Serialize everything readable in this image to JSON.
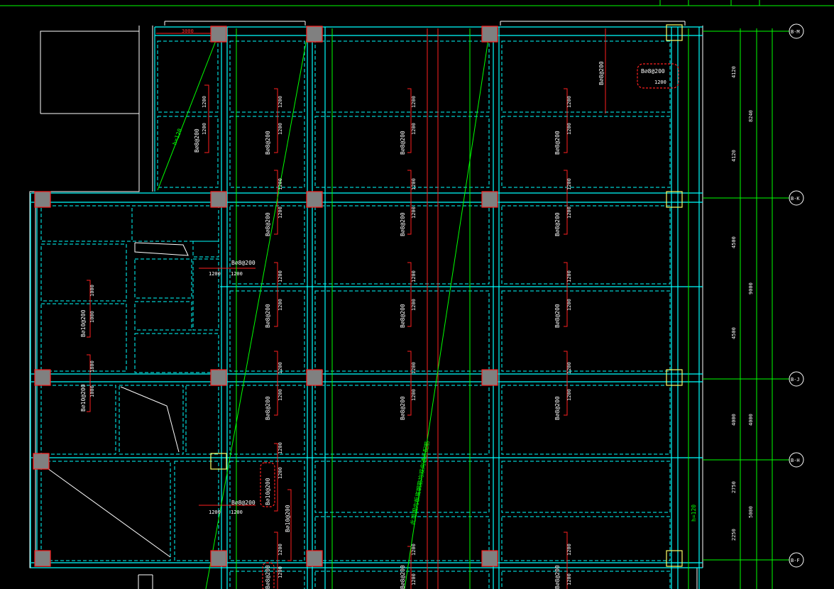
{
  "drawing": {
    "title_cells": [
      "",
      "",
      ""
    ],
    "axis_labels": [
      "B-M",
      "B-K",
      "B-J",
      "B-H",
      "B-F"
    ],
    "total_dims": [
      "8240",
      "9000",
      "5000"
    ],
    "seg_dims": [
      "4120",
      "4120",
      "4500",
      "4500",
      "4000",
      "4000",
      "2750",
      "2250"
    ],
    "slope_label": "h=120",
    "top_left_dim": "3000",
    "note_green": "此范围内板底钢筋均双向通长配筋",
    "callouts": [
      {
        "rebar": "B⌀8@200",
        "len": "1200"
      },
      {
        "rebar": "B⌀8@200",
        "len": "1200"
      },
      {
        "rebar": "B⌀10@200",
        "len": "1000"
      },
      {
        "rebar": "B⌀10@200",
        "len": "1200"
      }
    ],
    "rebar_labels": [
      "B⌀8@200",
      "B⌀8@200",
      "B⌀8@200",
      "B⌀8@200",
      "B⌀8@200",
      "B⌀8@200",
      "B⌀8@200",
      "B⌀8@200",
      "B⌀10@200",
      "B⌀10@200",
      "B⌀8@200",
      "B⌀8@200",
      "B⌀8@200",
      "B⌀8@200",
      "B⌀8@200",
      "B⌀10@200",
      "B⌀10@200",
      "B⌀8@200",
      "B⌀8@200",
      "B⌀8@200",
      "B⌀8@200"
    ],
    "len_labels": [
      "1200",
      "1000",
      "1800"
    ],
    "colors": {
      "background": "#000000",
      "beam": "#00ffff",
      "axis": "#00ff00",
      "column": "#808080",
      "column_edge": "#ff2020",
      "rebar": "#ff2020",
      "cloud": "#ff2020",
      "text": "#ffffff"
    }
  }
}
